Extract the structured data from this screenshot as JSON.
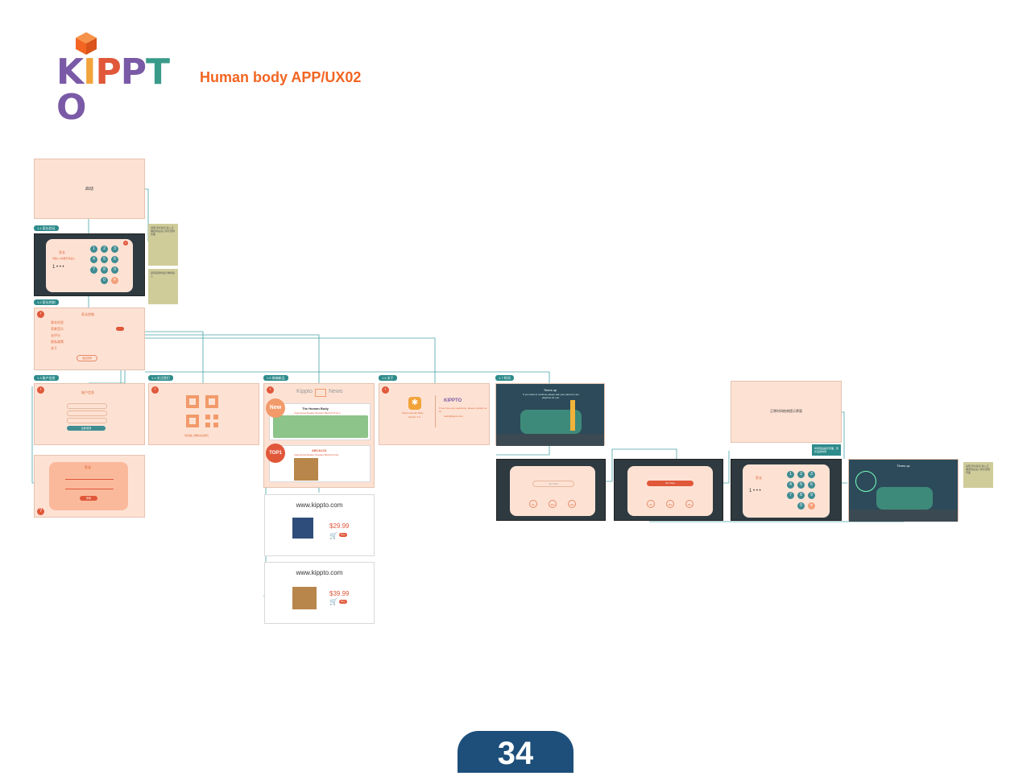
{
  "brand": {
    "logo_letters": [
      "K",
      "I",
      "P",
      "P",
      "T",
      "O"
    ],
    "logo_colors": [
      "#7a5aa6",
      "#f2a33a",
      "#e0573a",
      "#7a5aa6",
      "#3a9a8a",
      "#7a5aa6"
    ],
    "cube_color": "#f26522",
    "title": "Human body APP/UX02"
  },
  "screens": {
    "splash_label": "启动",
    "password": {
      "title": "家长",
      "subtitle": "请输入4位数字来进入",
      "code": "1 • • •",
      "keys": [
        "1",
        "2",
        "3",
        "4",
        "5",
        "6",
        "7",
        "8",
        "9",
        "0",
        "✕"
      ]
    },
    "settings": {
      "title": "家长控制",
      "rows": [
        "版本信息",
        "背景音乐",
        "去评分",
        "隐私政策",
        "关于"
      ],
      "logout": "退出登录"
    },
    "account": {
      "title": "账户信息",
      "button": "注册/登录"
    },
    "login": {
      "title": "登录",
      "button": "登录"
    },
    "qr": {
      "caption": "请扫描二维码关注我们"
    },
    "news": {
      "header_left": "Kippto",
      "header_right": "News",
      "badge_new": "New",
      "badge_top": "TOP1",
      "book1": "The Human Body",
      "book1_sub": "Augmented Reality Wooden Block Puzzle 1",
      "book2": "ABC&123",
      "book2_sub": "Augmented Reality Wooden Block Puzzle"
    },
    "about": {
      "app_name": "Kippto Human Body",
      "version": "Version 1.0",
      "contact": "If you have any questions, please contact us by",
      "email": "hello@kippto.com",
      "logo": "KIPPTO"
    },
    "times_up": {
      "text": "Times up",
      "sub": "If you want to continue please ask your parent to set playtime for you."
    },
    "timer": {
      "label": "Set Time",
      "options": [
        "5s",
        "10s",
        "15s"
      ]
    },
    "web1": {
      "site": "www.kippto.com",
      "price": "$29.99",
      "buy": "Buy"
    },
    "web2": {
      "site": "www.kippto.com",
      "price": "$39.99",
      "buy": "Buy"
    },
    "reset_label": "正常时间结束提示界面"
  },
  "tags": [
    "1.1 家长验证",
    "1.2 家长控制",
    "1.3 账户信息",
    "1.4 关注我们",
    "1.5 商城新品",
    "1.6 关于",
    "1.7 时间"
  ],
  "notes": [
    "说明 家长验证 输入正确密码后进入家长控制界面",
    "密码错误时提示重新输入",
    "时间到后提示界面，家长设置时间"
  ],
  "page_number": "34"
}
